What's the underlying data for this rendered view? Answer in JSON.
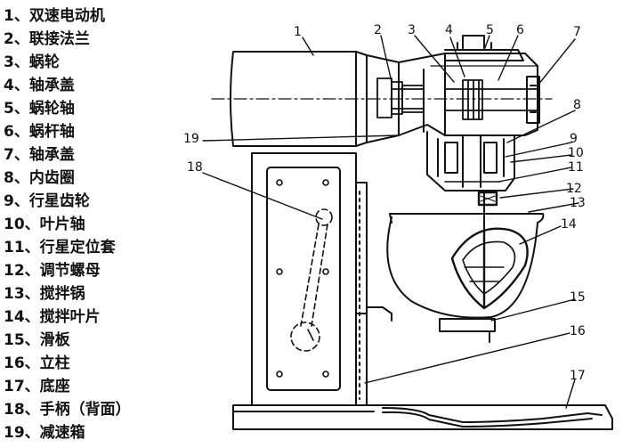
{
  "legend": [
    "1、双速电动机",
    "2、联接法兰",
    "3、蜗轮",
    "4、轴承盖",
    "5、蜗轮轴",
    "6、蜗杆轴",
    "7、轴承盖",
    "8、内齿圈",
    "9、行星齿轮",
    "10、叶片轴",
    "11、行星定位套",
    "12、调节螺母",
    "13、搅拌锅",
    "14、搅拌叶片",
    "15、滑板",
    "16、立柱",
    "17、底座",
    "18、手柄（背面）",
    "19、减速箱"
  ],
  "callouts": [
    "1",
    "2",
    "3",
    "4",
    "5",
    "6",
    "7",
    "8",
    "9",
    "10",
    "11",
    "12",
    "13",
    "14",
    "15",
    "16",
    "17",
    "18",
    "19"
  ]
}
